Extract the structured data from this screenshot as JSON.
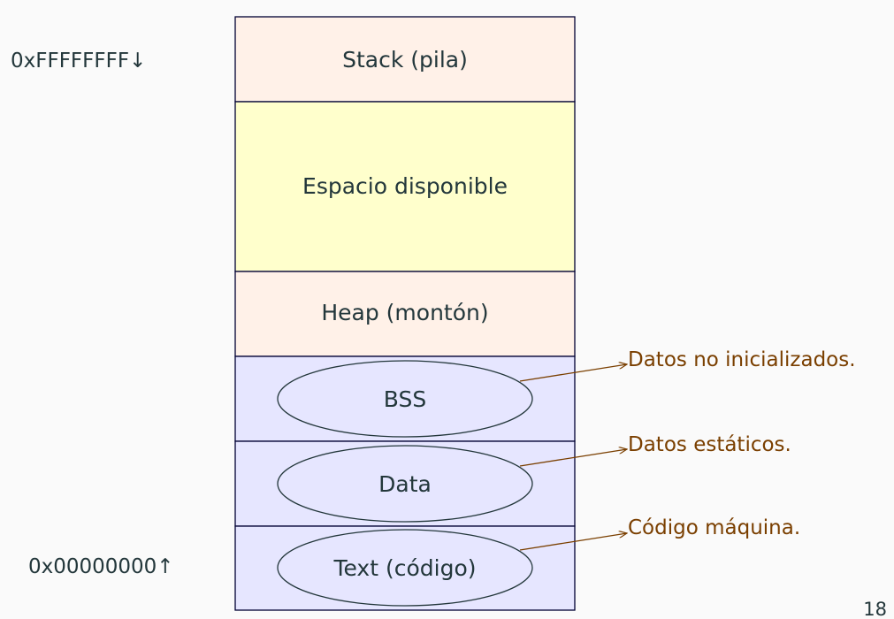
{
  "colors": {
    "stack_fill": "#fff1e8",
    "free_fill": "#ffffcc",
    "heap_fill": "#fff1e8",
    "low_fill": "#e6e6ff",
    "border": "#000033",
    "annotation": "#7a3f00",
    "text": "#23373b"
  },
  "addresses": {
    "top": "0xFFFFFFFF↓",
    "bottom": "0x00000000↑"
  },
  "segments": {
    "stack": "Stack (pila)",
    "free": "Espacio disponible",
    "heap": "Heap (montón)",
    "bss": "BSS",
    "data": "Data",
    "text": "Text (código)"
  },
  "annotations": {
    "bss": "Datos no inicializados.",
    "data": "Datos estáticos.",
    "text": "Código máquina."
  },
  "page_number": "18"
}
